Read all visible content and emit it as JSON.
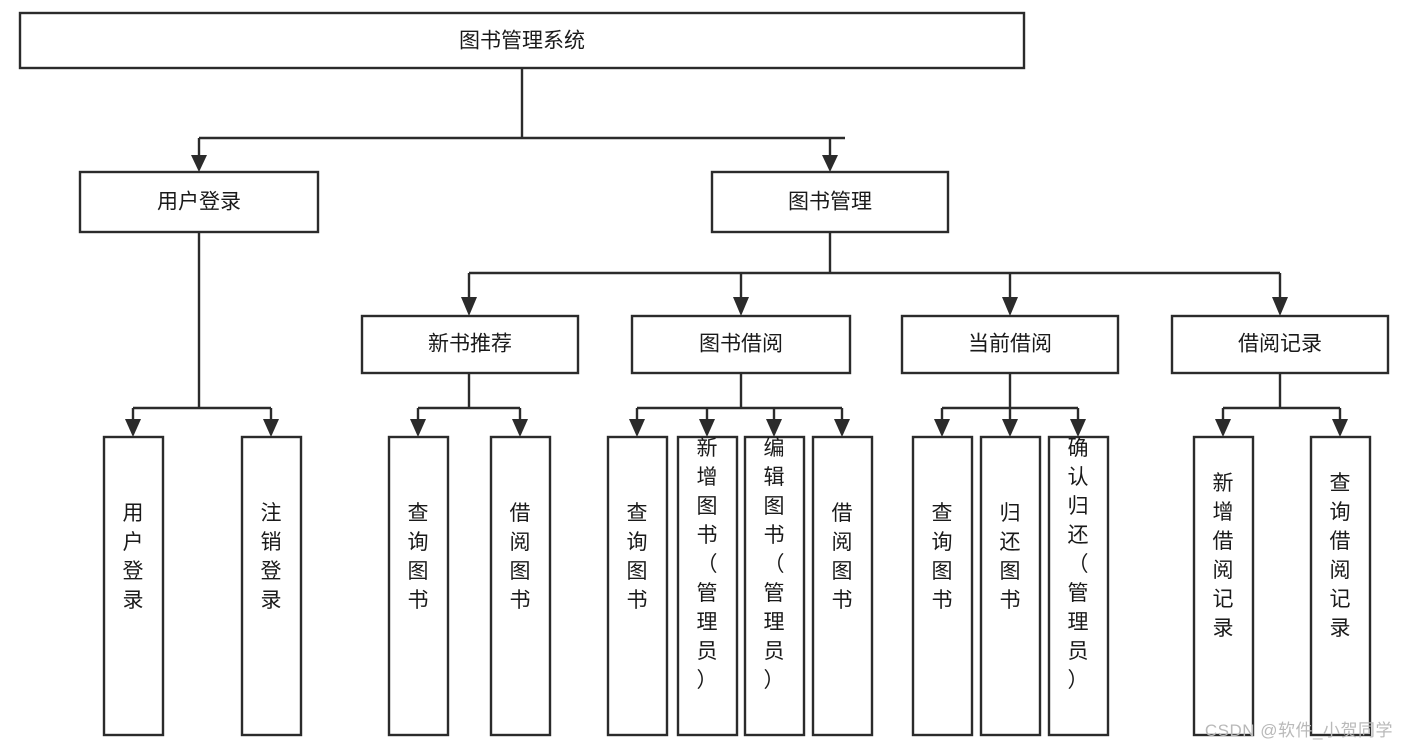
{
  "diagram": {
    "type": "tree-hierarchy",
    "title": "图书管理系统",
    "watermark": "CSDN @软件_小贺同学",
    "colors": {
      "stroke": "#2b2b2b",
      "fill": "#ffffff",
      "text": "#1a1a1a",
      "watermark": "#b9b9b9",
      "background": "#ffffff"
    },
    "levels": {
      "level1": [
        {
          "id": "root",
          "label": "图书管理系统",
          "orientation": "horizontal"
        }
      ],
      "level2": [
        {
          "id": "user-login",
          "label": "用户登录",
          "orientation": "horizontal",
          "parent": "root"
        },
        {
          "id": "book-manage",
          "label": "图书管理",
          "orientation": "horizontal",
          "parent": "root"
        }
      ],
      "level3": [
        {
          "id": "new-book-rec",
          "label": "新书推荐",
          "orientation": "horizontal",
          "parent": "book-manage"
        },
        {
          "id": "book-borrow",
          "label": "图书借阅",
          "orientation": "horizontal",
          "parent": "book-manage"
        },
        {
          "id": "current-borrow",
          "label": "当前借阅",
          "orientation": "horizontal",
          "parent": "book-manage"
        },
        {
          "id": "borrow-record",
          "label": "借阅记录",
          "orientation": "horizontal",
          "parent": "book-manage"
        }
      ],
      "level4": [
        {
          "id": "leaf-user-login",
          "label": "用户登录",
          "orientation": "vertical",
          "parent": "user-login"
        },
        {
          "id": "leaf-user-logout",
          "label": "注销登录",
          "orientation": "vertical",
          "parent": "user-login"
        },
        {
          "id": "leaf-query-book-1",
          "label": "查询图书",
          "orientation": "vertical",
          "parent": "new-book-rec"
        },
        {
          "id": "leaf-borrow-book-1",
          "label": "借阅图书",
          "orientation": "vertical",
          "parent": "new-book-rec"
        },
        {
          "id": "leaf-query-book-2",
          "label": "查询图书",
          "orientation": "vertical",
          "parent": "book-borrow"
        },
        {
          "id": "leaf-add-book",
          "label": "新增图书（管理员）",
          "orientation": "vertical",
          "parent": "book-borrow"
        },
        {
          "id": "leaf-edit-book",
          "label": "编辑图书（管理员）",
          "orientation": "vertical",
          "parent": "book-borrow"
        },
        {
          "id": "leaf-borrow-book-2",
          "label": "借阅图书",
          "orientation": "vertical",
          "parent": "book-borrow"
        },
        {
          "id": "leaf-query-book-3",
          "label": "查询图书",
          "orientation": "vertical",
          "parent": "current-borrow"
        },
        {
          "id": "leaf-return-book",
          "label": "归还图书",
          "orientation": "vertical",
          "parent": "current-borrow"
        },
        {
          "id": "leaf-confirm-return",
          "label": "确认归还（管理员）",
          "orientation": "vertical",
          "parent": "current-borrow"
        },
        {
          "id": "leaf-add-record",
          "label": "新增借阅记录",
          "orientation": "vertical",
          "parent": "borrow-record"
        },
        {
          "id": "leaf-query-record",
          "label": "查询借阅记录",
          "orientation": "vertical",
          "parent": "borrow-record"
        }
      ]
    }
  }
}
